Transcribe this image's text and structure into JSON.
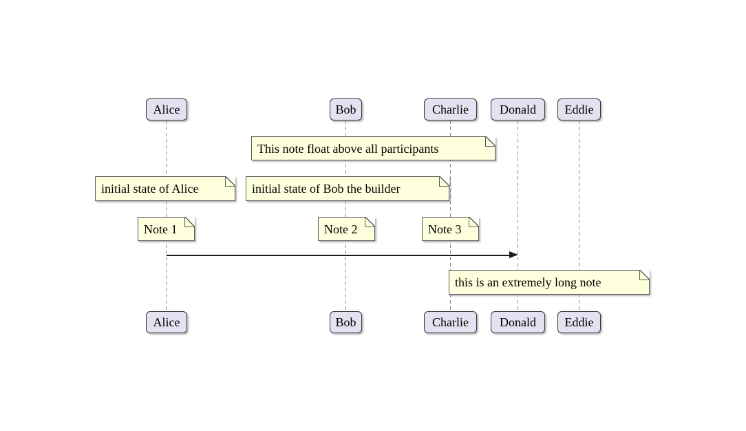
{
  "diagram": {
    "type": "sequence-diagram",
    "colors": {
      "background": "#FFFFFF",
      "participant_fill": "#E2E2F0",
      "participant_border": "#35353F",
      "note_fill": "#FEFFDD",
      "note_border": "#5A5A5A",
      "lifeline": "#8A8A8A",
      "arrow": "#1A1A1A",
      "text": "#000000"
    },
    "participants": [
      {
        "label": "Alice"
      },
      {
        "label": "Bob"
      },
      {
        "label": "Charlie"
      },
      {
        "label": "Donald"
      },
      {
        "label": "Eddie"
      }
    ],
    "notes": [
      {
        "text": "This note float above all participants"
      },
      {
        "text": "initial state of Alice"
      },
      {
        "text": "initial state of Bob the builder"
      },
      {
        "text": "Note 1"
      },
      {
        "text": "Note 2"
      },
      {
        "text": "Note 3"
      },
      {
        "text": "this is an extremely long note"
      }
    ],
    "messages": [
      {
        "from": "Alice",
        "to": "Donald",
        "label": ""
      }
    ]
  }
}
